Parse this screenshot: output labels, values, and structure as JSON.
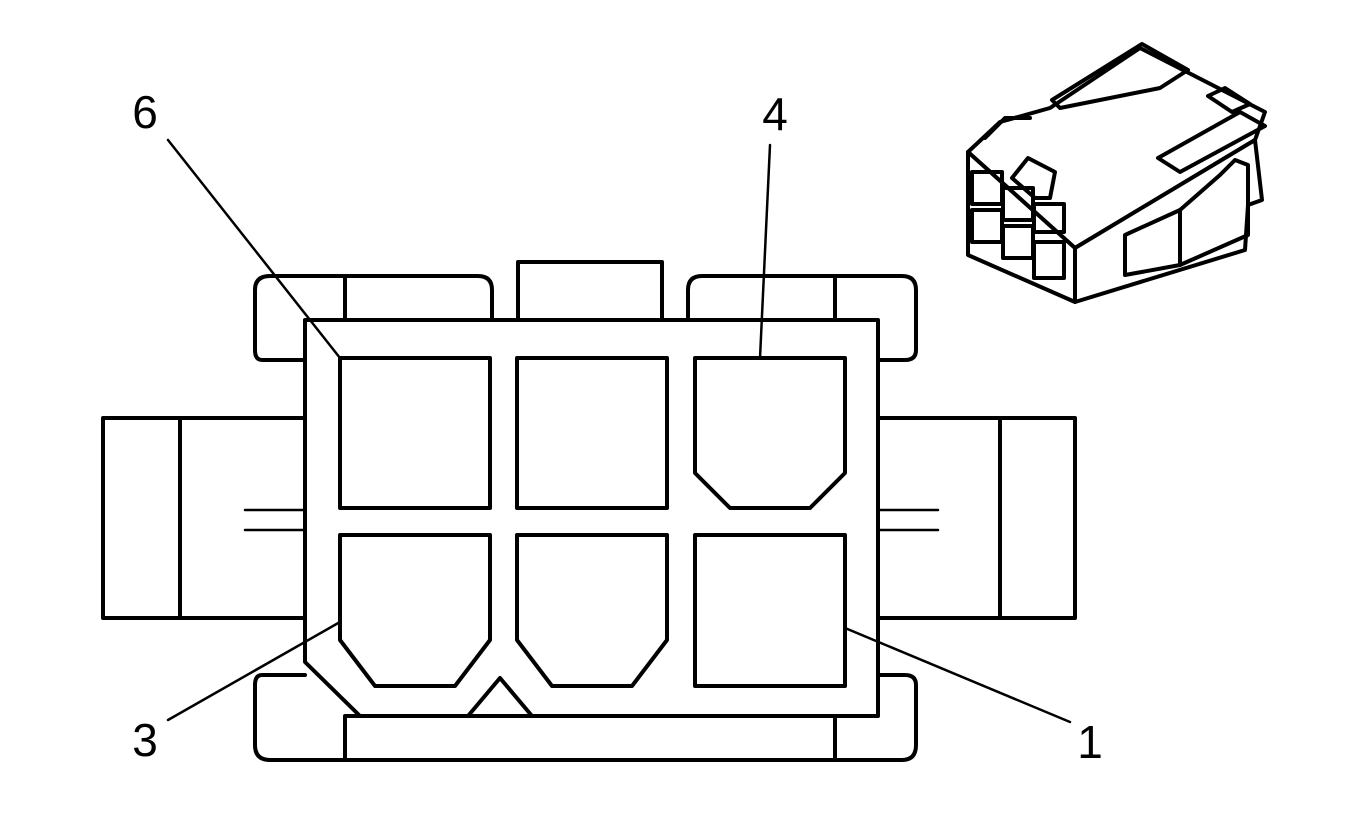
{
  "diagram": {
    "labels": {
      "pin6": "6",
      "pin4": "4",
      "pin3": "3",
      "pin1": "1"
    },
    "line_color": "#000000",
    "background": "#ffffff"
  }
}
